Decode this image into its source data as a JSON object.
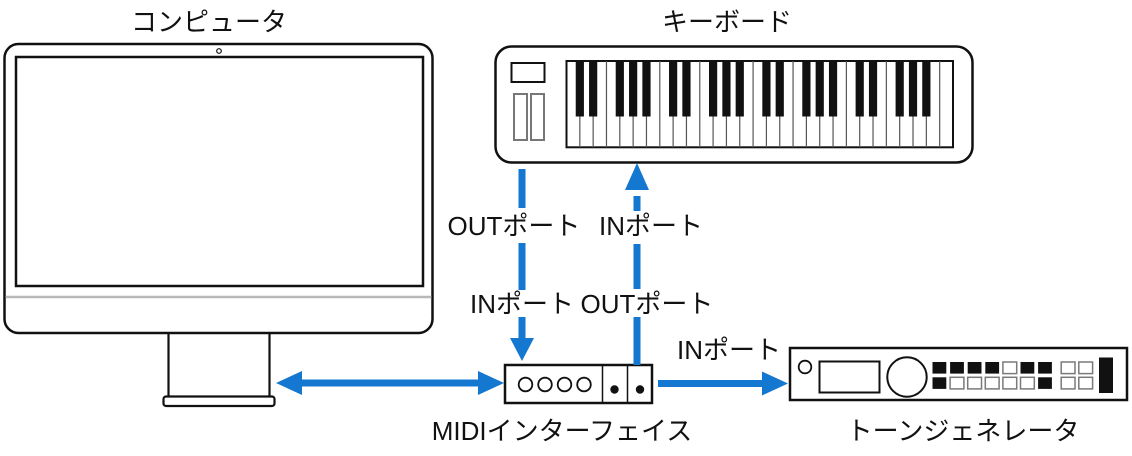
{
  "colors": {
    "accent": "#1477D0",
    "outline": "#111111",
    "gray_line": "#b8b8b8",
    "control_gray": "#777777"
  },
  "devices": {
    "computer": {
      "label": "コンピュータ"
    },
    "keyboard": {
      "label": "キーボード",
      "white_keys": 29,
      "octaves": 4
    },
    "midi_interface": {
      "label": "MIDIインターフェイス",
      "port_circles": 4,
      "indicator_dots": 2
    },
    "tone_generator": {
      "label": "トーンジェネレータ",
      "button_rows": [
        [
          1,
          1,
          1,
          1,
          0,
          1,
          1,
          0,
          0
        ],
        [
          1,
          0,
          0,
          0,
          0,
          0,
          1,
          0,
          0
        ]
      ]
    }
  },
  "port_labels": {
    "keyboard_out": "OUTポート",
    "keyboard_in": "INポート",
    "interface_in": "INポート",
    "interface_out": "OUTポート",
    "tone_generator_in": "INポート"
  }
}
